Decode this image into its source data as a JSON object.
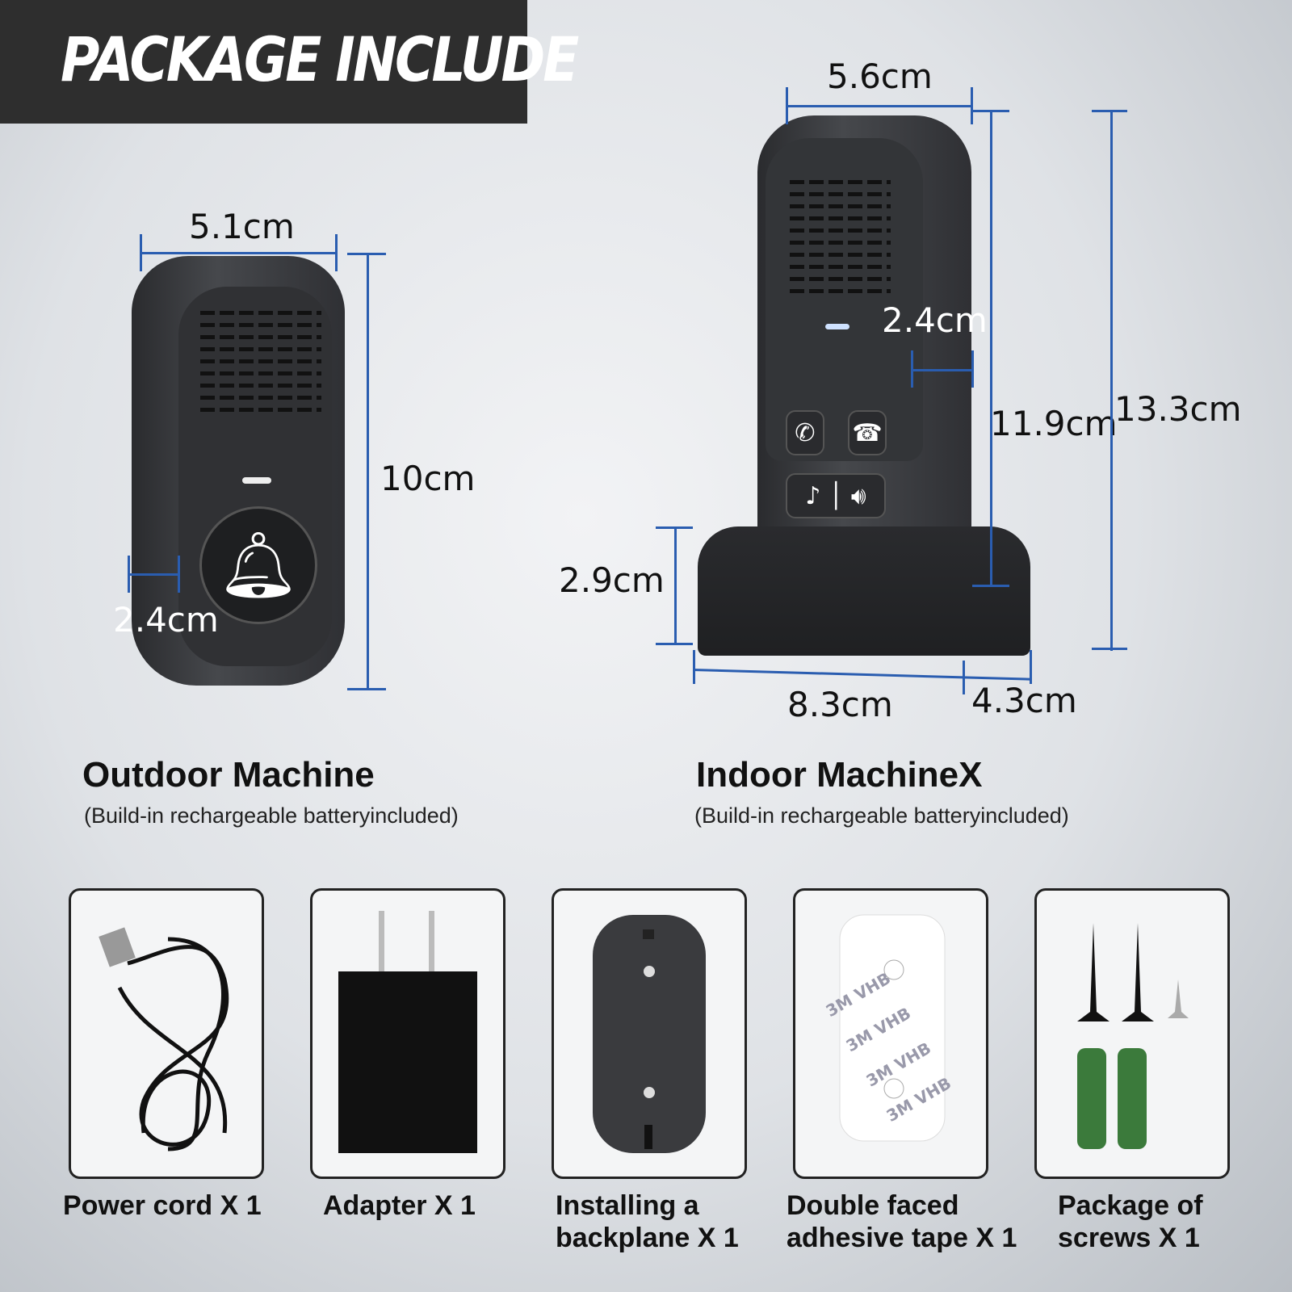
{
  "banner": {
    "title": "PACKAGE INCLUDE"
  },
  "outdoor": {
    "width": "5.1cm",
    "height": "10cm",
    "depth": "2.4cm",
    "title": "Outdoor Machine",
    "subtitle": "(Build-in rechargeable batteryincluded)"
  },
  "indoor": {
    "width": "5.6cm",
    "depth": "2.4cm",
    "height_device": "11.9cm",
    "height_total": "13.3cm",
    "base_height": "2.9cm",
    "base_width": "8.3cm",
    "base_depth": "4.3cm",
    "title": "Indoor MachineX",
    "subtitle": "(Build-in rechargeable batteryincluded)"
  },
  "accessories": [
    {
      "label": "Power cord X 1",
      "icon": "usb-cable-icon"
    },
    {
      "label": "Adapter X 1",
      "icon": "power-adapter-icon"
    },
    {
      "label": "Installing a backplane X 1",
      "icon": "backplane-icon"
    },
    {
      "label": "Double faced adhesive tape X 1",
      "icon": "adhesive-tape-icon",
      "print": "3M VHB"
    },
    {
      "label": "Package of screws X 1",
      "icon": "screws-icon"
    }
  ],
  "colors": {
    "dimension_line": "#2a5db0",
    "banner": "#2e2e2e",
    "device": "#333538"
  }
}
